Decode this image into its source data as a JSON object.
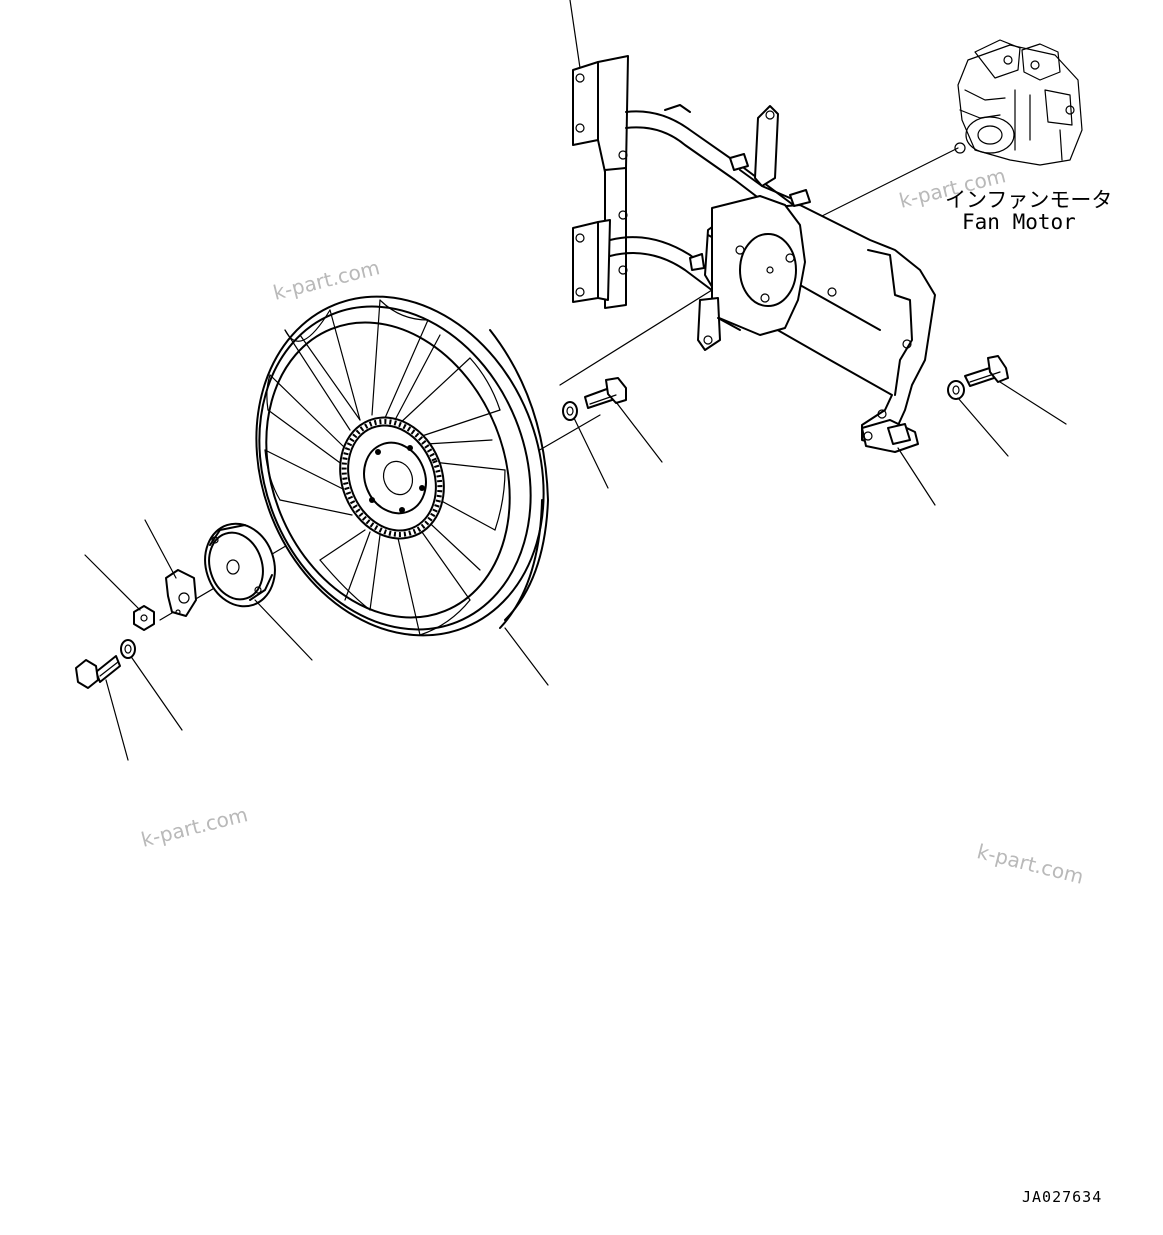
{
  "diagram": {
    "labels": {
      "motor_jp": "インファンモータ",
      "motor_en": "Fan Motor"
    },
    "drawing_code": "JA027634",
    "watermarks": [
      "k-part.com",
      "k-part.com",
      "k-part.com",
      "k-part.com"
    ]
  },
  "colors": {
    "line": "#000000",
    "background": "#ffffff",
    "watermark": "#b9b9b9"
  }
}
